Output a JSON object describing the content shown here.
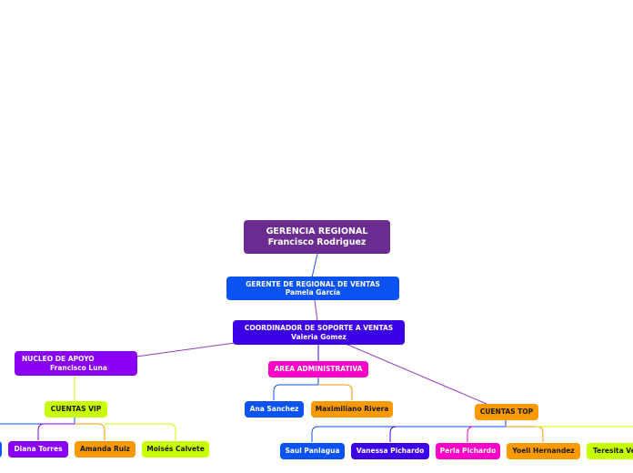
{
  "colors": {
    "root": "#6a2c91",
    "blue": "#0a52f2",
    "indigo": "#3d00e6",
    "violet": "#8a00f5",
    "magenta": "#ff00c8",
    "orange": "#fa9a00",
    "lime": "#c8ff00",
    "line_violet": "#8a3fc0",
    "line_blue": "#2b50d0"
  },
  "nodes": {
    "root": {
      "line1": "GERENCIA REGIONAL",
      "line2": "Francisco Rodriguez"
    },
    "gerente_ventas": {
      "line1": "GERENTE DE REGIONAL DE VENTAS",
      "line2": "Pamela García"
    },
    "coordinador": {
      "line1": "COORDINADOR DE SOPORTE A VENTAS",
      "line2": "Valeria Gomez"
    },
    "nucleo": {
      "line1": "NUCLEO DE APOYO",
      "line2": "Francisco Luna"
    },
    "area_admin": {
      "label": "AREA ADMINISTRATIVA"
    },
    "ana": {
      "label": "Ana Sanchez"
    },
    "maximiliano": {
      "label": "Maximiliano Rivera"
    },
    "cuentas_vip": {
      "label": "CUENTAS VIP"
    },
    "diana": {
      "label": "Diana Torres"
    },
    "amanda": {
      "label": "Amanda Ruiz"
    },
    "moises": {
      "label": "Moisés Calvete"
    },
    "cuentas_top": {
      "label": "CUENTAS TOP"
    },
    "saul": {
      "label": "Saul Panlagua"
    },
    "vanessa": {
      "label": "Vanessa Pichardo"
    },
    "perla": {
      "label": "Perla Pichardo"
    },
    "yoeli": {
      "label": "Yoeli Hernandez"
    },
    "teresita": {
      "label": "Teresita Ve"
    }
  }
}
